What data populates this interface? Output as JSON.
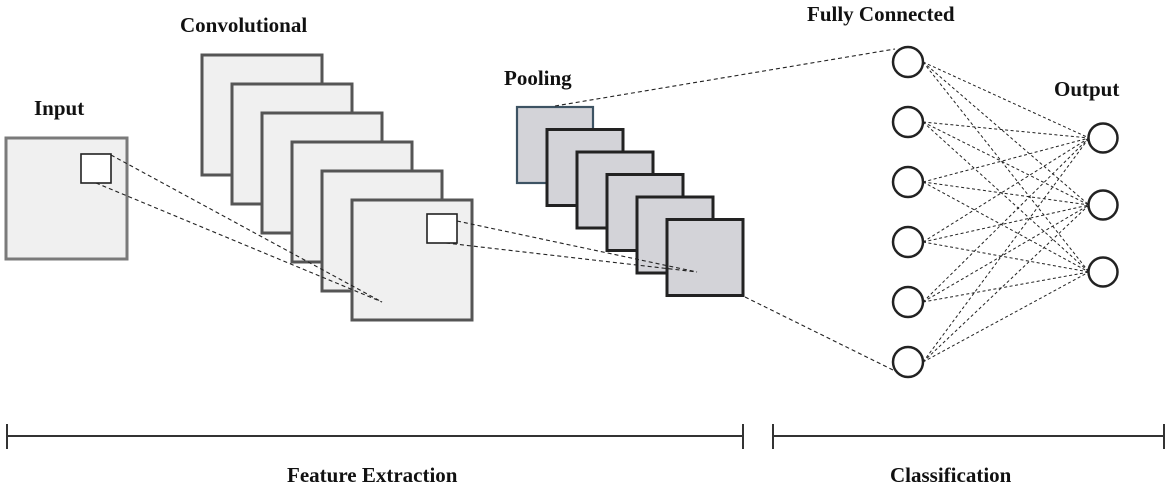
{
  "labels": {
    "input": "Input",
    "convolutional": "Convolutional",
    "pooling": "Pooling",
    "fully_connected": "Fully Connected",
    "output": "Output",
    "feature_extraction": "Feature Extraction",
    "classification": "Classification"
  },
  "layers": {
    "conv_map_count": 6,
    "pool_map_count": 6,
    "fc_node_count": 6,
    "output_node_count": 3
  },
  "colors": {
    "input_fill": "#f0f0f0",
    "conv_fill": "#f0f0f0",
    "pool_fill": "#d3d3d8",
    "pool_front_border": "#3d5363",
    "stroke": "#222222",
    "text": "#111111"
  }
}
